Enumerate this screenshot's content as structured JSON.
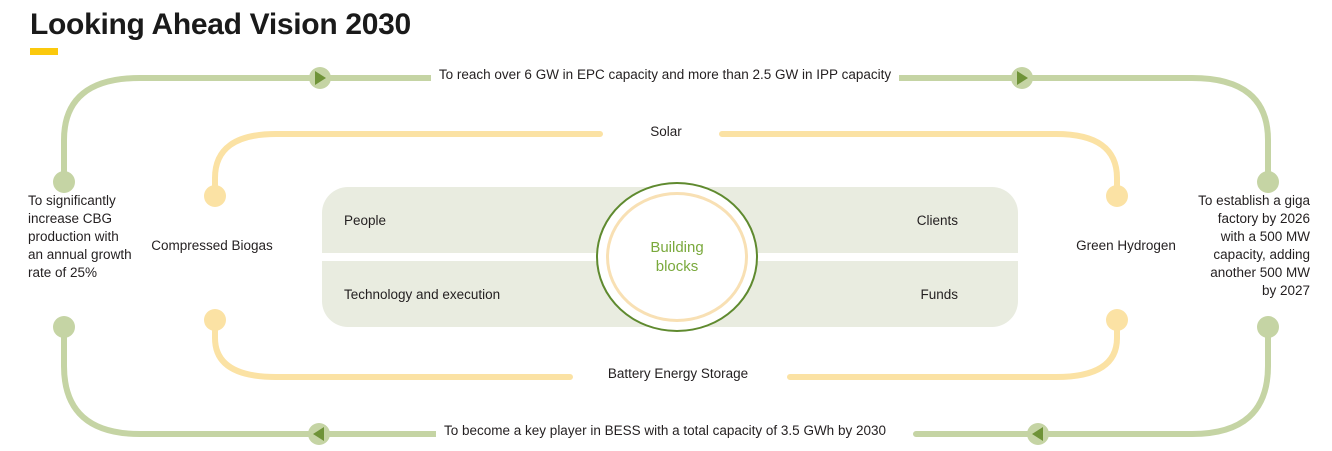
{
  "header": {
    "title": "Looking Ahead Vision 2030",
    "accent_color": "#fbc90d"
  },
  "colors": {
    "green_line": "#c5d4a4",
    "green_dark": "#7f9e4a",
    "yellow_line": "#fbe2a4",
    "panel_bg": "#e9ece0",
    "circle_ring_outer": "#5f8a2f",
    "circle_ring_inner": "#f8e0b4",
    "circle_text": "#7aa93c",
    "text": "#231f20"
  },
  "flows": {
    "top_arrow": {
      "label": "To reach over 6 GW in EPC capacity and more than 2.5 GW in IPP capacity",
      "direction": "right",
      "color": "#c5d4a4"
    },
    "bottom_arrow": {
      "label": "To become a key player in BESS with a total capacity of 3.5 GWh by 2030",
      "direction": "left",
      "color": "#c5d4a4"
    },
    "solar": {
      "label": "Solar",
      "color": "#fbe2a4"
    },
    "battery": {
      "label": "Battery Energy Storage",
      "color": "#fbe2a4"
    }
  },
  "endpoints": {
    "left_note": "To significantly increase CBG production with an annual growth rate of 25%",
    "right_note": "To establish a giga factory by 2026 with a 500 MW capacity, adding another 500 MW by 2027",
    "left_tech": "Compressed Biogas",
    "right_tech": "Green Hydrogen"
  },
  "center": {
    "circle_label_line1": "Building",
    "circle_label_line2": "blocks",
    "cells": {
      "top_left": "People",
      "top_right": "Clients",
      "bottom_left": "Technology and execution",
      "bottom_right": "Funds"
    }
  },
  "icons": {
    "arrow_right": "triangle-right-icon",
    "arrow_left": "triangle-left-icon",
    "endpoint_dot": "circle-dot-icon"
  }
}
